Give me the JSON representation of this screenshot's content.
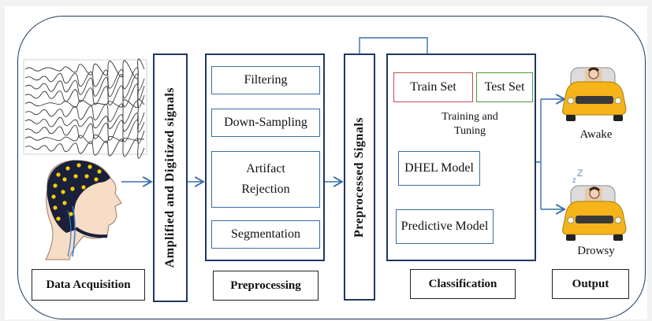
{
  "stages": {
    "data_acquisition": "Data Acquisition",
    "amplified": "Amplified  and Digitized signals",
    "preprocessing": "Preprocessing",
    "preprocessed": "Preprocessed Signals",
    "classification": "Classification",
    "output": "Output"
  },
  "preprocessing_steps": [
    "Filtering",
    "Down-Sampling",
    "Artifact Rejection",
    "Segmentation"
  ],
  "classification": {
    "train_set": "Train Set",
    "test_set": "Test Set",
    "training_note": "Training and Tuning",
    "model": "DHEL Model",
    "predictive": "Predictive Model"
  },
  "outputs": {
    "awake": "Awake",
    "drowsy": "Drowsy"
  },
  "colors": {
    "train_border": "#c0504d",
    "test_border": "#4f9a3a",
    "train_arrow": "#e08a3c",
    "test_arrow": "#3d9a3d",
    "flow_arrow": "#3a6ea5",
    "car": "#f4b41a"
  }
}
